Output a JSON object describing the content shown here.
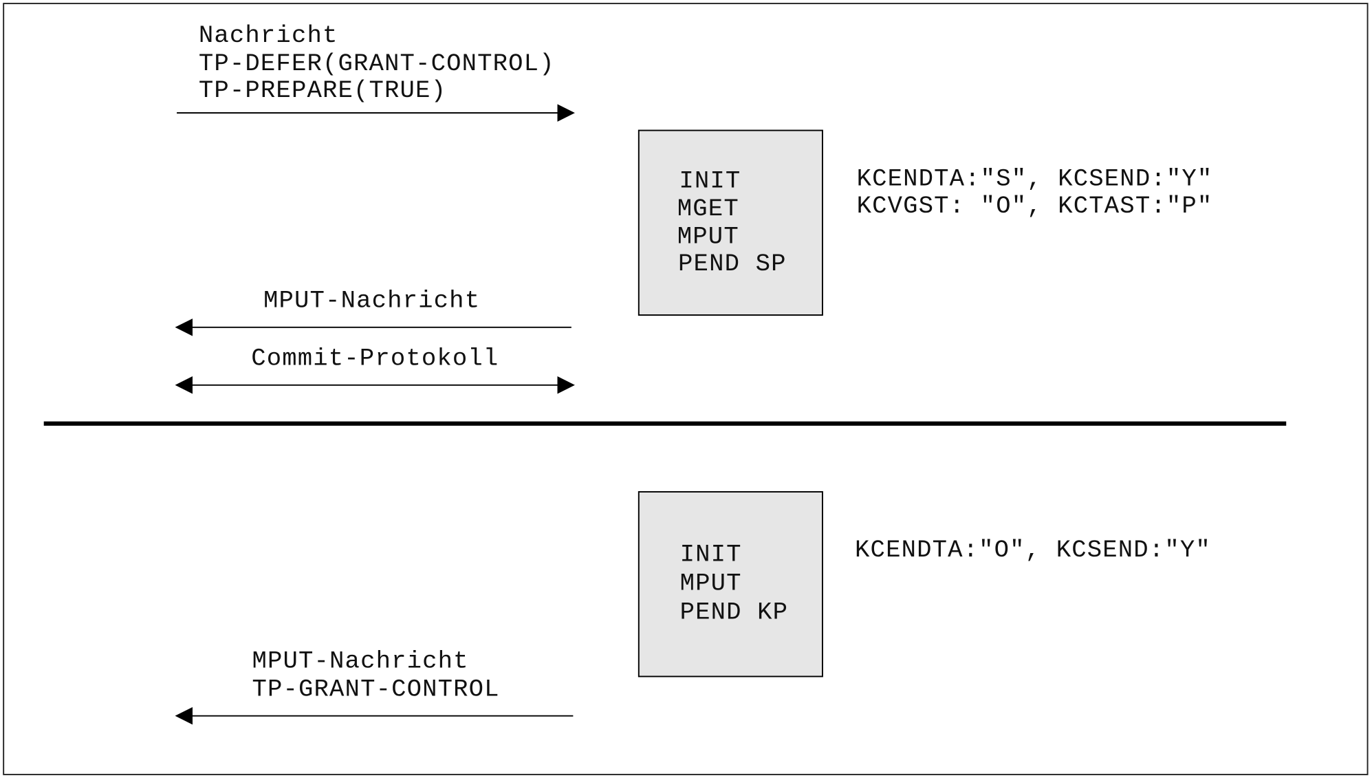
{
  "top": {
    "incoming_message": [
      "Nachricht",
      "TP-DEFER(GRANT-CONTROL)",
      "TP-PREPARE(TRUE)"
    ],
    "program_box": [
      "INIT",
      "MGET",
      "MPUT",
      "PEND SP"
    ],
    "status_fields": [
      "KCENDTA:\"S\", KCSEND:\"Y\"",
      "KCVGST: \"O\", KCTAST:\"P\""
    ],
    "outgoing_message": "MPUT-Nachricht",
    "commit_label": "Commit-Protokoll"
  },
  "bottom": {
    "program_box": [
      "INIT",
      "MPUT",
      "PEND KP"
    ],
    "status_fields": [
      "KCENDTA:\"O\", KCSEND:\"Y\""
    ],
    "outgoing_message": [
      "MPUT-Nachricht",
      "TP-GRANT-CONTROL"
    ]
  },
  "colors": {
    "box_fill": "#e6e6e6",
    "line": "#000000"
  }
}
